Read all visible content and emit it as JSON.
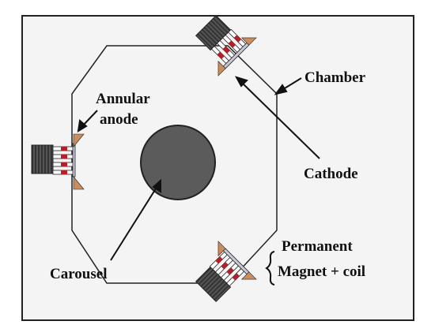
{
  "labels": {
    "chamber": "Chamber",
    "annular_line1": "Annular",
    "annular_line2": "anode",
    "cathode": "Cathode",
    "carousel": "Carousel",
    "permanent_line1": "Permanent",
    "permanent_line2": "Magnet + coil"
  },
  "colors": {
    "background": "#f4f4f4",
    "chamber_outline": "#222222",
    "carousel_fill": "#5b5b5b",
    "anode_wedge": "#c98d5e",
    "magnet_body": "#4a4a4a",
    "magnet_red": "#b4202a",
    "target_plate": "#c8c8d8"
  }
}
